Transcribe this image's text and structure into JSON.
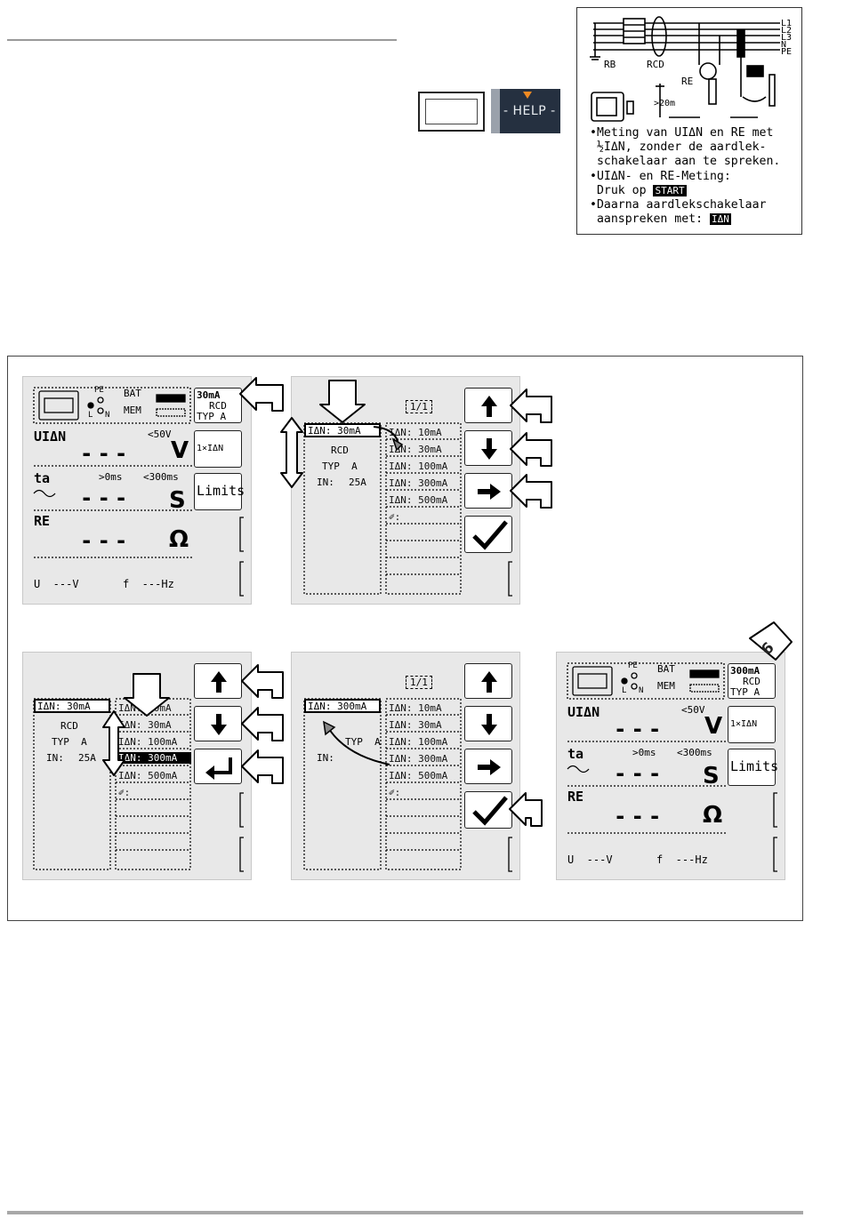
{
  "help_button": {
    "label": "HELP"
  },
  "help_panel": {
    "diagram_labels": [
      "L1",
      "L2",
      "L3",
      "N",
      "PE",
      "RB",
      "RCD",
      "RE",
      ">20m"
    ],
    "lines": [
      "•Meting van UIΔN en RE met",
      " ½IΔN, zonder de aardlek-",
      " schakelaar aan te spreken.",
      "•UIΔN- en RE-Meting:",
      " Druk op ",
      "•Daarna aardlekschakelaar",
      " aanspreken met: "
    ],
    "start_label": "START",
    "idn_label": "IΔN"
  },
  "screens": {
    "main": {
      "bat": "BAT",
      "mem": "MEM",
      "pe": "PE",
      "l": "L",
      "n": "N",
      "ui_label": "UIΔN",
      "ui_limit": "<50V",
      "ui_value": "---",
      "ui_unit": "V",
      "ta_label": "ta",
      "ta_min": ">0ms",
      "ta_max": "<300ms",
      "ta_value": "---",
      "ta_unit": "S",
      "re_label": "RE",
      "re_value": "---",
      "re_unit": "Ω",
      "u_footer": "U  ---V",
      "f_footer": "f  ---Hz",
      "btn_single": "1×IΔN",
      "btn_limits": "Limits",
      "rcd1_current": "30mA",
      "rcd1_type": "RCD",
      "rcd1_typ": "TYP A",
      "rcd2_current": "300mA",
      "rcd2_type": "RCD",
      "rcd2_typ": "TYP A"
    },
    "select": {
      "page": "1/1",
      "header_30": "IΔN: 30mA",
      "header_300": "IΔN: 300mA",
      "rcd": "RCD",
      "typ": "TYP  A",
      "in_label": "IN:",
      "in_value": "25A",
      "options": [
        "IΔN: 10mA",
        "IΔN: 30mA",
        "IΔN: 100mA",
        "IΔN: 300mA",
        "IΔN: 500mA"
      ],
      "memo": "✐:"
    },
    "step_badge": "6"
  }
}
